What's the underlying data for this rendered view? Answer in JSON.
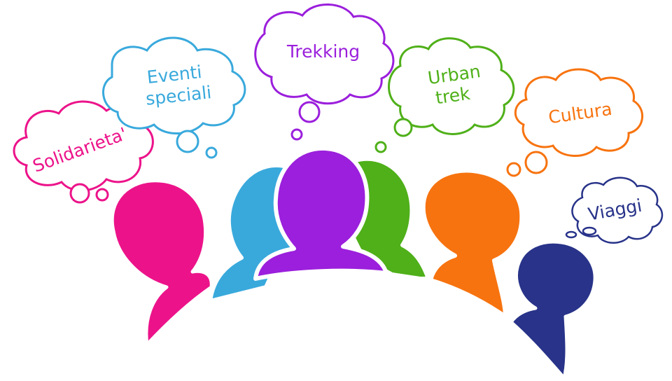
{
  "bubbles": {
    "solidarieta": {
      "label": "Solidarieta'"
    },
    "eventi_speciali": {
      "line1": "Eventi",
      "line2": "speciali"
    },
    "trekking": {
      "label": "Trekking"
    },
    "urban_trek": {
      "line1": "Urban",
      "line2": "trek"
    },
    "cultura": {
      "label": "Cultura"
    },
    "viaggi": {
      "label": "Viaggi"
    }
  },
  "colors": {
    "magenta": "#ec138a",
    "light_blue": "#39a9dc",
    "purple": "#9b1fdc",
    "green": "#4fb019",
    "orange": "#f7730f",
    "navy": "#283389"
  }
}
